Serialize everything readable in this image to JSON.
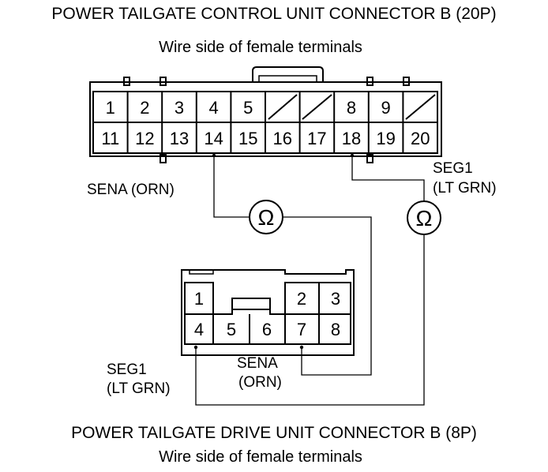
{
  "control_unit": {
    "title": "POWER TAILGATE CONTROL UNIT CONNECTOR B (20P)",
    "subtitle": "Wire side of female terminals",
    "top_row": [
      "1",
      "2",
      "3",
      "4",
      "5",
      "",
      "",
      "8",
      "9",
      ""
    ],
    "bottom_row": [
      "11",
      "12",
      "13",
      "14",
      "15",
      "16",
      "17",
      "18",
      "19",
      "20"
    ],
    "unused_cavities": [
      "6",
      "7",
      "10"
    ]
  },
  "drive_unit": {
    "title": "POWER TAILGATE DRIVE UNIT CONNECTOR B (8P)",
    "subtitle": "Wire side of female terminals",
    "top_row": [
      "1",
      "2",
      "3"
    ],
    "bottom_row": [
      "4",
      "5",
      "6",
      "7",
      "8"
    ]
  },
  "wires": {
    "sena_upper": "SENA (ORN)",
    "seg1_upper_line1": "SEG1",
    "seg1_upper_line2": "(LT GRN)",
    "seg1_lower_line1": "SEG1",
    "seg1_lower_line2": "(LT GRN)",
    "sena_lower_line1": "SENA",
    "sena_lower_line2": "(ORN)"
  },
  "meters": {
    "symbol": "Ω",
    "icon": "ohmmeter-icon"
  },
  "colors": {
    "line": "#000000",
    "background": "#ffffff"
  }
}
